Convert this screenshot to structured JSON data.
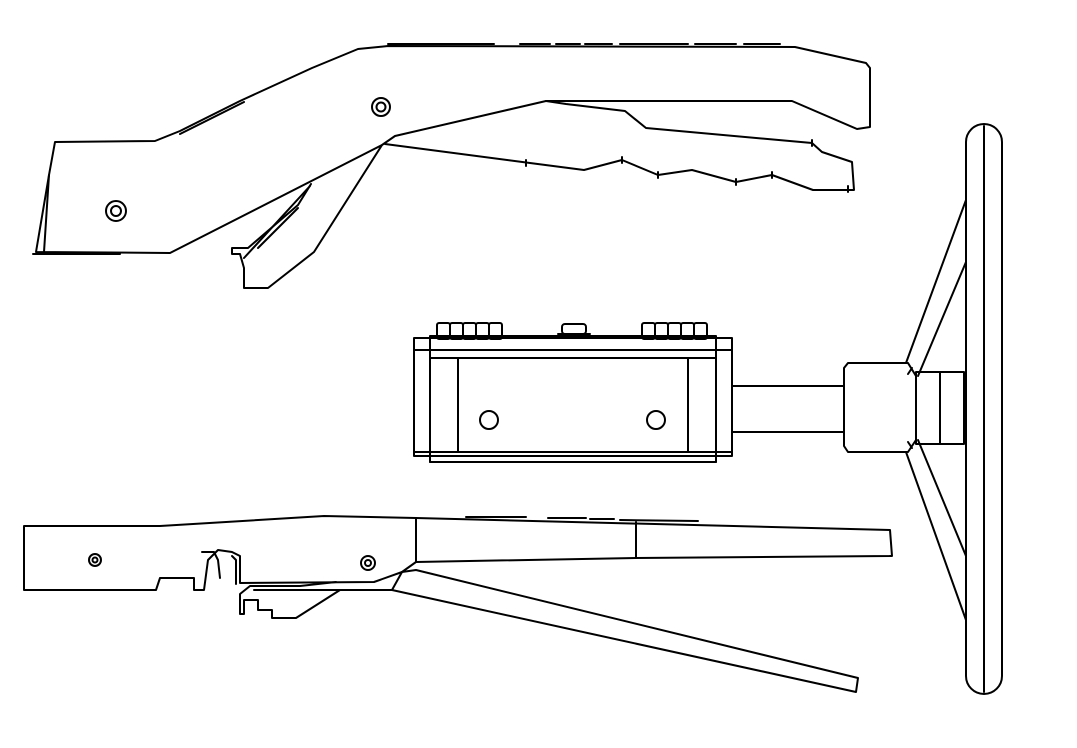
{
  "drawing": {
    "background_color": "#ffffff",
    "line_color": "#000000",
    "views": [
      {
        "id": "side-view-raised"
      },
      {
        "id": "top-view-with-wheel"
      },
      {
        "id": "side-view-lowered"
      }
    ]
  }
}
